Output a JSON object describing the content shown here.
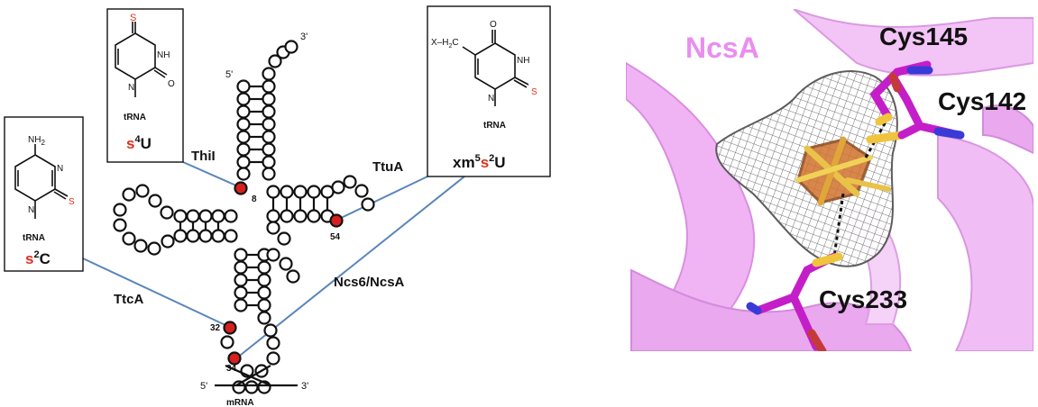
{
  "trna": {
    "end_5prime": "5'",
    "end_3prime": "3'",
    "positions": {
      "p8": "8",
      "p54": "54",
      "p32": "32",
      "p34": "34"
    },
    "mrna": {
      "label": "mRNA",
      "end_5prime": "5'",
      "end_3prime": "3'"
    }
  },
  "enzymes": {
    "thil": "ThiI",
    "ttua": "TtuA",
    "ttca": "TtcA",
    "ncs6": "Ncs6/NcsA"
  },
  "boxes": {
    "s4u": {
      "substituent": "S",
      "nh": "NH",
      "o": "O",
      "n": "N",
      "trna": "tRNA",
      "name_prefix": "s",
      "name_sup": "4",
      "name_suffix": "U"
    },
    "s2c": {
      "nh2": "NH",
      "nh2_sub": "2",
      "n": "N",
      "s": "S",
      "trna": "tRNA",
      "name_prefix": "s",
      "name_sup": "2",
      "name_suffix": "C"
    },
    "xm5s2u": {
      "xh2c": "X–H",
      "xh2c_sub": "2",
      "xh2c_tail": "C",
      "o": "O",
      "nh": "NH",
      "s": "S",
      "n": "N",
      "trna": "tRNA",
      "name_a": "xm",
      "name_sup1": "5",
      "name_b": "s",
      "name_sup2": "2",
      "name_c": "U"
    }
  },
  "structure": {
    "protein": "NcsA",
    "residues": [
      "Cys145",
      "Cys142",
      "Cys233"
    ]
  },
  "colors": {
    "modified": "#d61f1f",
    "callout": "#5b86b8",
    "protein": "#e98ef0",
    "residue": "#c41ec9",
    "sulfur_text": "#e0301e"
  }
}
